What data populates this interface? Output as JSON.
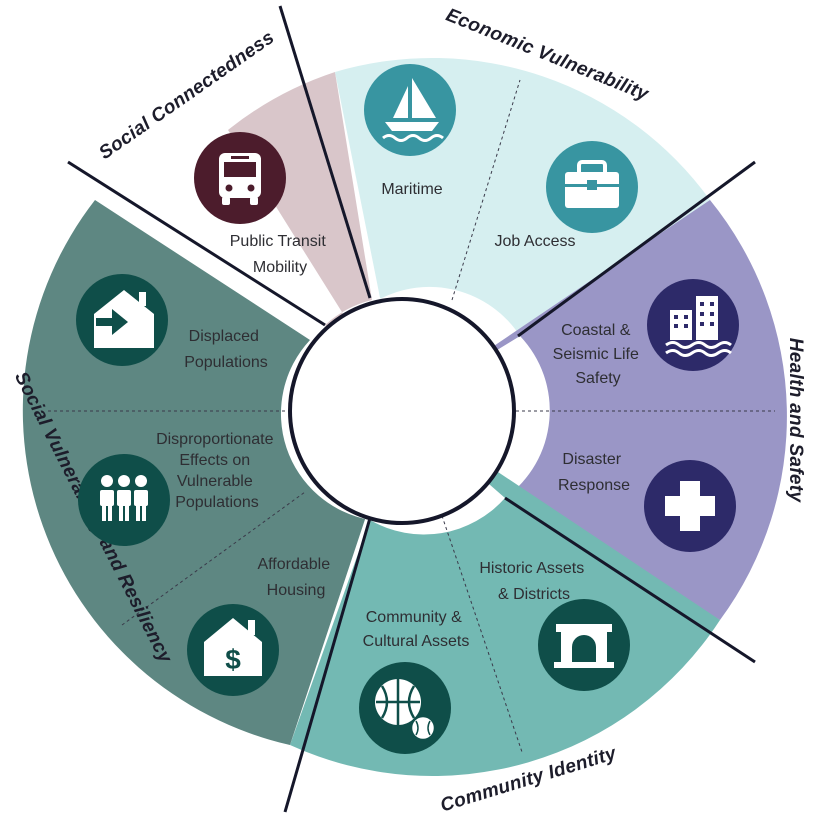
{
  "categories": {
    "social_connectedness": "Social Connectedness",
    "economic_vulnerability": "Economic Vulnerability",
    "health_and_safety": "Health and Safety",
    "community_identity": "Community Identity",
    "social_vulnerability": "Social Vulnerability and Resiliency"
  },
  "items": {
    "public_transit": [
      "Public Transit",
      "Mobility"
    ],
    "maritime": [
      "Maritime"
    ],
    "job_access": [
      "Job Access"
    ],
    "coastal_life_safety": [
      "Coastal &",
      "Seismic Life",
      "Safety"
    ],
    "disaster_response": [
      "Disaster",
      "Response"
    ],
    "historic_assets": [
      "Historic Assets",
      "& Districts"
    ],
    "community_cultural": [
      "Community &",
      "Cultural Assets"
    ],
    "affordable_housing": [
      "Affordable",
      "Housing"
    ],
    "disproportionate_effects": [
      "Disproportionate",
      "Effects on",
      "Vulnerable",
      "Populations"
    ],
    "displaced_populations": [
      "Displaced",
      "Populations"
    ]
  },
  "icons": {
    "public_transit": "bus-icon",
    "maritime": "sailboat-icon",
    "job_access": "briefcase-icon",
    "coastal_life_safety": "flooded-buildings-icon",
    "disaster_response": "medical-cross-icon",
    "historic_assets": "historic-building-icon",
    "community_cultural": "sports-balls-icon",
    "affordable_housing": "house-dollar-icon",
    "disproportionate_effects": "people-group-icon",
    "displaced_populations": "house-arrow-icon"
  },
  "colors": {
    "social_connectedness": "#d9c6ca",
    "economic_vulnerability": "#d6eff0",
    "health_and_safety": "#9a96c6",
    "community_identity": "#73b9b3",
    "social_vulnerability": "#5e8782",
    "icon_bus": "#4c1c2c",
    "icon_teal": "#3895a1",
    "icon_navy": "#2d2a69",
    "icon_green": "#0f4e49"
  }
}
